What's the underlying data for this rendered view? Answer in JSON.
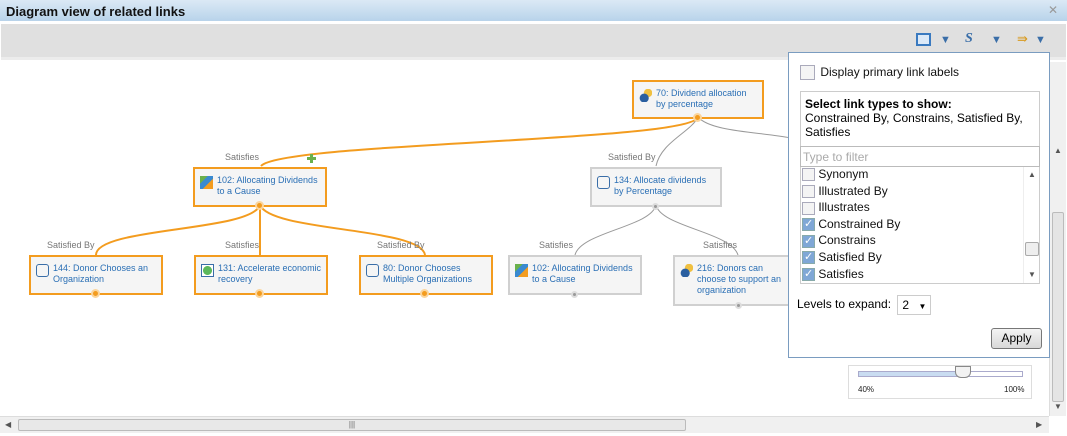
{
  "window": {
    "title": "Diagram view of related links"
  },
  "toolbar": {
    "icons": [
      "layout-icon",
      "style-icon",
      "filter-links-icon"
    ]
  },
  "diagram": {
    "nodes": [
      {
        "id": "70",
        "label": "70: Dividend allocation by percentage",
        "icon": "use-case-icon",
        "selected": true
      },
      {
        "id": "102a",
        "label": "102: Allocating Dividends to a Cause",
        "icon": "process-icon",
        "selected": true
      },
      {
        "id": "134",
        "label": "134: Allocate dividends by Percentage",
        "icon": "actor-comment-icon",
        "selected": false
      },
      {
        "id": "144",
        "label": "144: Donor Chooses an Organization",
        "icon": "actor-comment-icon",
        "selected": true
      },
      {
        "id": "131",
        "label": "131: Accelerate economic recovery",
        "icon": "goal-icon",
        "selected": true
      },
      {
        "id": "80",
        "label": "80: Donor Chooses Multiple Organizations",
        "icon": "actor-comment-icon",
        "selected": true
      },
      {
        "id": "102b",
        "label": "102: Allocating Dividends to a Cause",
        "icon": "process-icon",
        "selected": false
      },
      {
        "id": "216",
        "label": "216: Donors can choose to support an organization",
        "icon": "use-case-icon",
        "selected": false
      }
    ],
    "edge_labels": {
      "e70_102": "Satisfies",
      "e70_134": "Satisfied By",
      "e102_144": "Satisfied By",
      "e102_131": "Satisfies",
      "e102_80": "Satisfied By",
      "e134_102": "Satisfies",
      "e134_216": "Satisfies"
    }
  },
  "panel": {
    "display_primary_label": "Display primary link labels",
    "display_primary_checked": false,
    "select_heading": "Select link types to show:",
    "selected_types": "Constrained By, Constrains, Satisfied By, Satisfies",
    "filter_placeholder": "Type to filter",
    "link_types": [
      {
        "label": "Synonym",
        "checked": false
      },
      {
        "label": "Illustrated By",
        "checked": false
      },
      {
        "label": "Illustrates",
        "checked": false
      },
      {
        "label": "Constrained By",
        "checked": true
      },
      {
        "label": "Constrains",
        "checked": true
      },
      {
        "label": "Satisfied By",
        "checked": true
      },
      {
        "label": "Satisfies",
        "checked": true
      }
    ],
    "levels_label": "Levels to expand:",
    "levels_value": "2",
    "apply_label": "Apply"
  },
  "zoom": {
    "min_label": "40%",
    "max_label": "100%",
    "value_percent": 78
  },
  "colors": {
    "selected": "#f39c1f",
    "link_text": "#2a6fb5"
  }
}
